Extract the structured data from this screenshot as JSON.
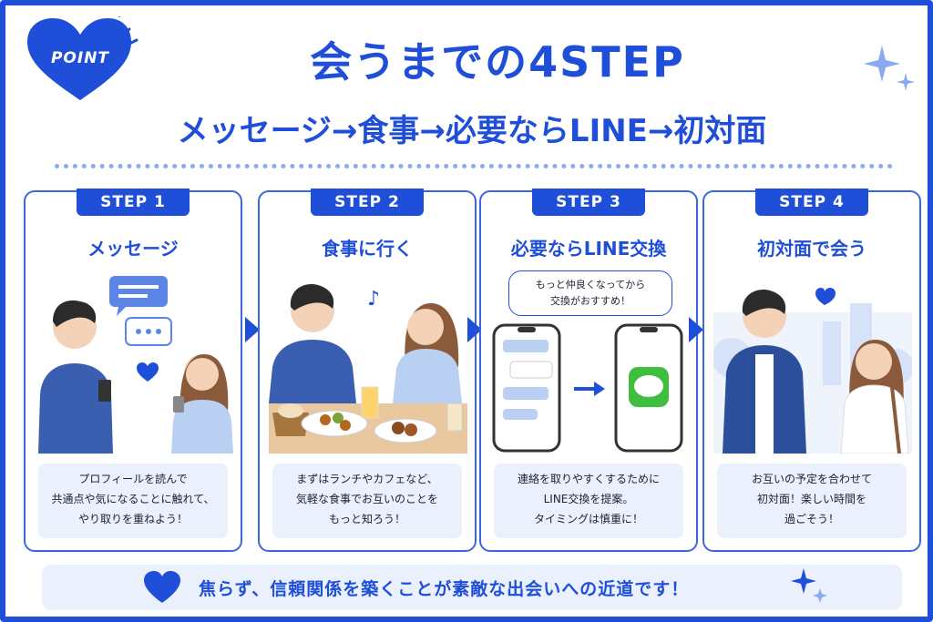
{
  "header": {
    "badge": "POINT",
    "title": "会うまでの4STEP",
    "subtitle": "メッセージ→食事→必要ならLINE→初対面"
  },
  "steps": [
    {
      "tab": "STEP 1",
      "title": "メッセージ",
      "desc": [
        "プロフィールを読んで",
        "共通点や気になることに触れて、",
        "やり取りを重ねよう！"
      ]
    },
    {
      "tab": "STEP 2",
      "title": "食事に行く",
      "desc": [
        "まずはランチやカフェなど、",
        "気軽な食事でお互いのことを",
        "もっと知ろう！"
      ]
    },
    {
      "tab": "STEP 3",
      "title": "必要ならLINE交換",
      "bubble": [
        "もっと仲良くなってから",
        "交換がおすすめ！"
      ],
      "app_label": "LINE",
      "desc": [
        "連絡を取りやすくするために",
        "LINE交換を提案。",
        "タイミングは慎重に！"
      ]
    },
    {
      "tab": "STEP 4",
      "title": "初対面で会う",
      "desc": [
        "お互いの予定を合わせて",
        "初対面！楽しい時間を",
        "過ごそう！"
      ]
    }
  ],
  "footer": {
    "text": "焦らず、信頼関係を築くことが素敵な出会いへの近道です！"
  },
  "colors": {
    "primary": "#1f4fd8",
    "light": "#eaf0fc",
    "line_green": "#3fbf3f"
  }
}
